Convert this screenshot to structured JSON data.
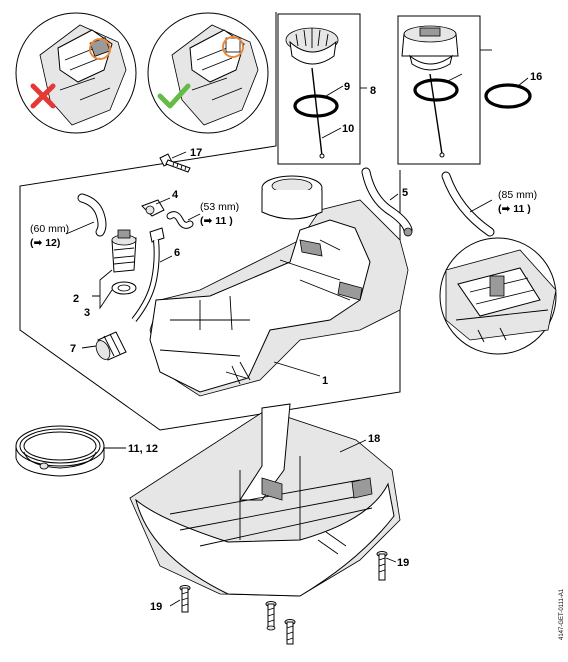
{
  "colors": {
    "line": "#000000",
    "shade": "#e6e6e6",
    "wrong_mark": "#e53935",
    "correct_mark": "#66bb44",
    "highlight_ring": "#e8883a"
  },
  "icons": {
    "wrong": "cross-icon",
    "correct": "check-icon"
  },
  "callouts": {
    "c1": "1",
    "c2": "2",
    "c3": "3",
    "c4": "4",
    "c5": "5",
    "c6": "6",
    "c7": "7",
    "c8": "8",
    "c9": "9",
    "c10": "10",
    "c11_12": "11, 12",
    "c16": "16",
    "c17": "17",
    "c18": "18",
    "c19": "19"
  },
  "notes": {
    "n60_len": "(60 mm)",
    "n60_ref": "(➡ 12)",
    "n53_len": "(53 mm)",
    "n53_ref": "(➡ 11 )",
    "n85_len": "(85 mm)",
    "n85_ref": "(➡ 11 )"
  },
  "image_code": "4147-GET-0111-A1"
}
